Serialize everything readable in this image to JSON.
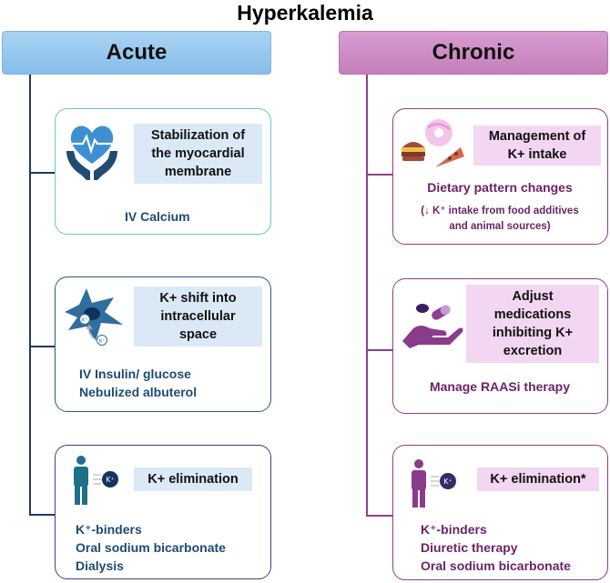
{
  "title": "Hyperkalemia",
  "colors": {
    "acute_accent": "#86bee9",
    "chronic_accent": "#c47fbb",
    "acute_text": "#1e4a74",
    "chronic_text": "#6b2466"
  },
  "acute": {
    "header": "Acute",
    "cards": [
      {
        "icon": "heart-hands-icon",
        "label_lines": [
          "Stabilization of",
          "the myocardial",
          "membrane"
        ],
        "body_lines": [
          "IV Calcium"
        ]
      },
      {
        "icon": "cell-potassium-shift-icon",
        "label_lines": [
          "K+ shift into",
          "intracellular",
          "space"
        ],
        "body_lines": [
          "IV Insulin/ glucose",
          "Nebulized albuterol"
        ]
      },
      {
        "icon": "person-potassium-icon",
        "label_lines": [
          "K+ elimination"
        ],
        "body_lines": [
          "K⁺-binders",
          "Oral sodium bicarbonate",
          "Dialysis"
        ]
      }
    ]
  },
  "chronic": {
    "header": "Chronic",
    "cards": [
      {
        "icon": "food-icon",
        "label_lines": [
          "Management of",
          "K+ intake"
        ],
        "body_lines": [
          "Dietary pattern changes"
        ],
        "note_lines": [
          "(↓ K⁺ intake from food additives",
          "and animal sources)"
        ]
      },
      {
        "icon": "hand-pills-icon",
        "label_lines": [
          "Adjust",
          "medications",
          "inhibiting K+",
          "excretion"
        ],
        "body_lines": [
          "Manage RAASi therapy"
        ]
      },
      {
        "icon": "person-potassium-icon",
        "label_lines": [
          "K+ elimination*"
        ],
        "body_lines": [
          "K⁺-binders",
          "Diuretic therapy",
          "Oral sodium bicarbonate"
        ]
      }
    ]
  },
  "potassium_symbol": "K⁺"
}
